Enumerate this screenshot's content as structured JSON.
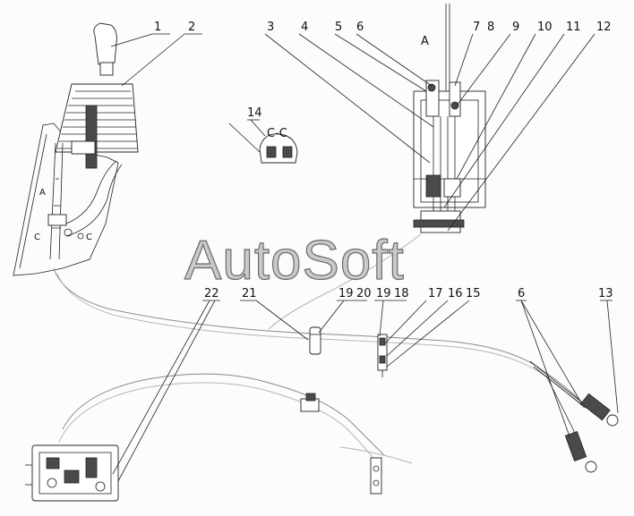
{
  "callouts": {
    "n1": "1",
    "n2": "2",
    "n3": "3",
    "n4": "4",
    "n5": "5",
    "n6": "6",
    "n7": "7",
    "n8": "8",
    "n9": "9",
    "n10": "10",
    "n11": "11",
    "n12": "12",
    "n14": "14",
    "n21": "21",
    "n22": "22",
    "n19a": "19",
    "n20": "20",
    "n19b": "19",
    "n18": "18",
    "n17": "17",
    "n16": "16",
    "n15": "15",
    "n6b": "6",
    "n13": "13"
  },
  "view_labels": {
    "section": "C-C",
    "view_a": "A",
    "c_left": "C",
    "c_right": "C",
    "a_small": "A"
  },
  "watermark": "AutoSoft"
}
